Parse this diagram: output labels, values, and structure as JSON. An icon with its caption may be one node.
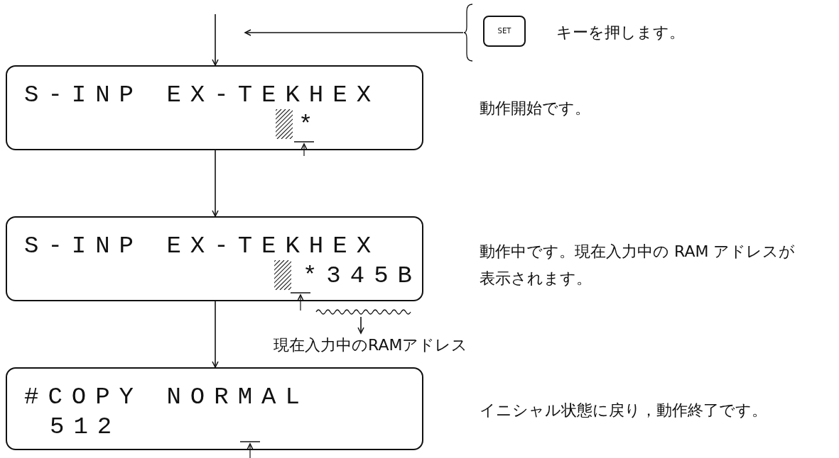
{
  "diagram": {
    "nodes": [
      {
        "text": [
          "SET",
          "キーを押します。"
        ]
      },
      {
        "text": [
          "S-INP EX-TEKHEX",
          "*"
        ],
        "beside": [
          "動作開始です。"
        ]
      },
      {
        "text": [
          "S-INP EX-TEKHEX",
          "*345B"
        ],
        "beside": [
          "動作中です。現在入力中の RAM アドレスが表示されます。"
        ]
      },
      {
        "text": [
          "#COPY NORMAL",
          "512"
        ],
        "beside": [
          "イニシャル状態に戻り，動作終了です。"
        ]
      },
      {
        "text": [
          "現在入力中のRAMアドレス"
        ]
      }
    ],
    "edges": [
      {
        "from": null,
        "to": 1,
        "arrow": "to"
      },
      {
        "from": 0,
        "to": null,
        "arrow": "to"
      },
      {
        "from": 1,
        "to": 2,
        "arrow": "to"
      },
      {
        "from": 2,
        "to": 3,
        "arrow": "to"
      },
      {
        "from": null,
        "to": 4,
        "arrow": "to"
      }
    ]
  }
}
